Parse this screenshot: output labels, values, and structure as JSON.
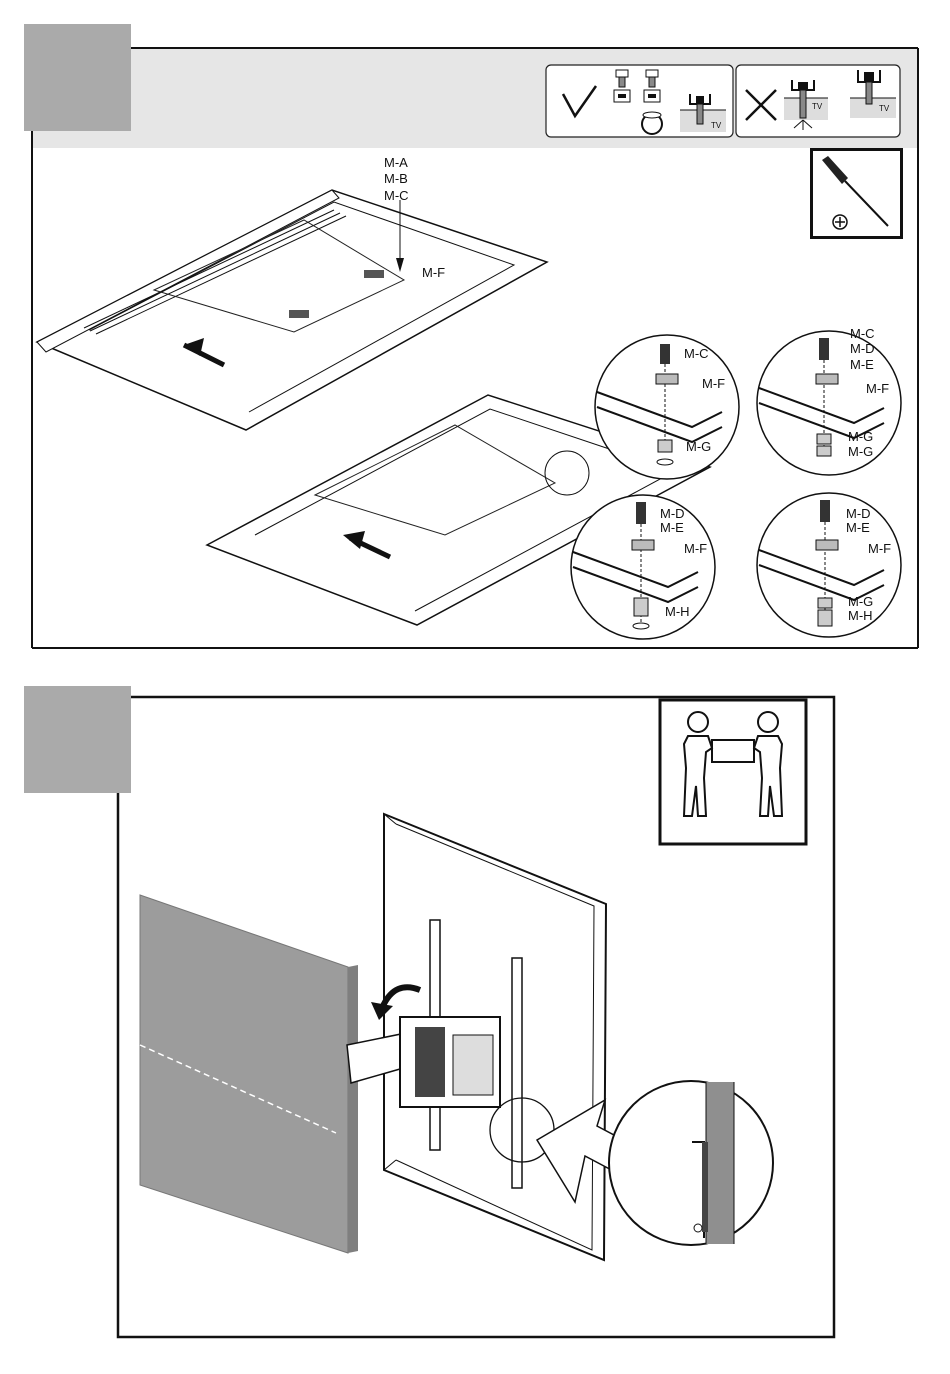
{
  "step1": {
    "part_labels_top": [
      "M-A",
      "M-B",
      "M-C"
    ],
    "label_mf_main": "M-F",
    "tv_tag": "TV",
    "detail_1": {
      "screw": "M-C",
      "bracket": "M-F",
      "spacer": "M-G"
    },
    "detail_2": {
      "screws": [
        "M-C",
        "M-D",
        "M-E"
      ],
      "bracket": "M-F",
      "spacers": [
        "M-G",
        "M-G"
      ]
    },
    "detail_3": {
      "screws": [
        "M-D",
        "M-E"
      ],
      "bracket": "M-F",
      "spacer": "M-H"
    },
    "detail_4": {
      "screws": [
        "M-D",
        "M-E"
      ],
      "bracket": "M-F",
      "spacers": [
        "M-G",
        "M-H"
      ]
    },
    "icons": [
      "check-icon",
      "cross-icon",
      "screwdriver-icon",
      "phillips-icon"
    ]
  },
  "step2": {
    "icons": [
      "two-person-lift-icon",
      "curved-arrow-icon"
    ]
  },
  "colors": {
    "step_square": "#aaaaaa",
    "header_band": "#e6e6e6",
    "wall": "#9c9c9c",
    "frame": "#111111"
  }
}
